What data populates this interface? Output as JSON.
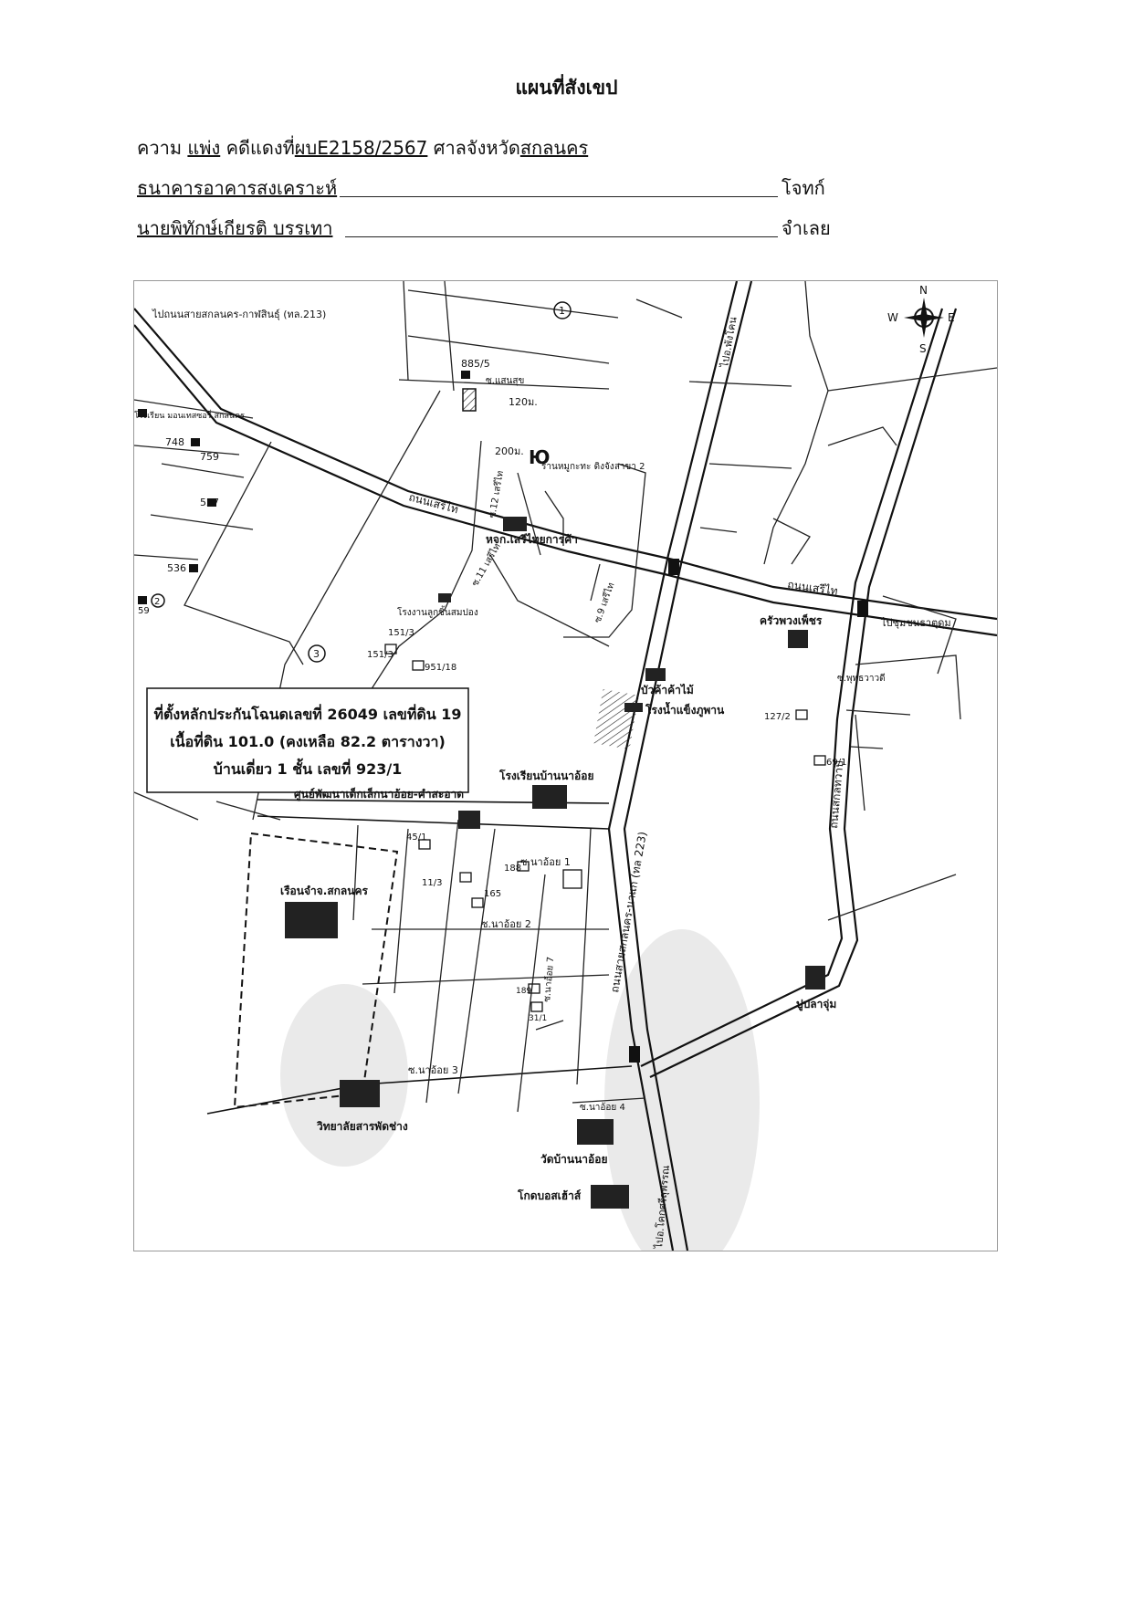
{
  "title": "แผนที่สังเขป",
  "case": {
    "prefix": "ความ",
    "type": "แพ่ง",
    "label_no": "คดีแดงที่",
    "number": "ผบE2158/2567",
    "court_prefix": "ศาลจังหวัด",
    "court_name": "สกลนคร"
  },
  "plaintiff": {
    "name": "ธนาคารอาคารสงเคราะห์",
    "role": "โจทก์"
  },
  "defendant": {
    "name": "นายพิทักษ์เกียรติ บรรเทา",
    "role": "จำเลย"
  },
  "map": {
    "compass": {
      "n": "N",
      "s": "S",
      "e": "E",
      "w": "W"
    },
    "highway_top_left": "ไปถนนสายสกลนคร-กาฬสินธุ์ (ทล.213)",
    "road_main": "ถนนเสรีไท",
    "road_main_right": "ถนนเสรีไท",
    "road_highway": "ถนนสายสกลนคร-นาแก (ทล 223)",
    "road_right": "ถนนสกลทวาปี",
    "to_phangkhon": "ไปอ.พังโคน",
    "to_bueng": "ไปชุมชนธาตุดุม",
    "to_lower": "ไปอ.โคกศรีสุพรรณ",
    "soi_naoi1": "ซ.นาอ้อย 1",
    "soi_naoi2": "ซ.นาอ้อย 2",
    "soi_naoi3": "ซ.นาอ้อย 3",
    "soi_naoi4": "ซ.นาอ้อย 4",
    "soi_naoi7": "ซ.นาอ้อย 7",
    "soi_seri12": "ซ.12 เสรีไท",
    "soi_seri11": "ซ.11 เสรีไท",
    "soi_seri9": "ซ.9 เสรีไท",
    "soi_nonsung": "ซ.แสนสุข",
    "soi_phutthawat": "ซ.พุทธวาวดี",
    "dist_120": "120ม.",
    "dist_200": "200ม.",
    "house_885": "885/5",
    "house_748": "748",
    "house_759": "759",
    "house_527": "527",
    "house_536": "536",
    "house_59": "59",
    "house_1513a": "151/3",
    "house_1513b": "151/3",
    "house_95118": "951/18",
    "house_1272": "127/2",
    "house_691": "69/1",
    "house_45": "45/1",
    "house_113": "11/3",
    "house_165": "165",
    "house_188": "188",
    "house_189": "189",
    "house_311": "31/1",
    "restaurant": "ร้านหมูกะทะ ดิงจังลาขา 2",
    "shop_seri": "หจก.เสรีไทยการค้า",
    "factory_rubber": "โรงงานลูกชิ้นสมปอง",
    "wood_shop": "บัวค้าค้าไม้",
    "ice_factory": "โรงน้ำแข็งภูพาน",
    "restaurant_pet": "ครัวพวงเพ็ชร",
    "school_naoi": "โรงเรียนบ้านนาอ้อย",
    "child_center": "ศูนย์พัฒนาเด็กเล็กนาอ้อย-คำสะอาด",
    "prison": "เรือนจำจ.สกลนคร",
    "college": "วิทยาลัยสารพัดช่าง",
    "temple": "วัดบ้านนาอ้อย",
    "goldbox": "โกดบอสเฮ้าส์",
    "crab": "ปูปลาจุ่ม",
    "school_top_left": "โรงเรียน มอนเทสซอรี่ สกลนคร",
    "circle1": "1",
    "circle2": "2",
    "circle3": "3",
    "info_line1": "ที่ตั้งหลักประกันโฉนดเลขที่ 26049 เลขที่ดิน 19",
    "info_line2": "เนื้อที่ดิน 101.0 (คงเหลือ 82.2 ตารางวา)",
    "info_line3": "บ้านเดี่ยว 1 ชั้น เลขที่ 923/1"
  }
}
